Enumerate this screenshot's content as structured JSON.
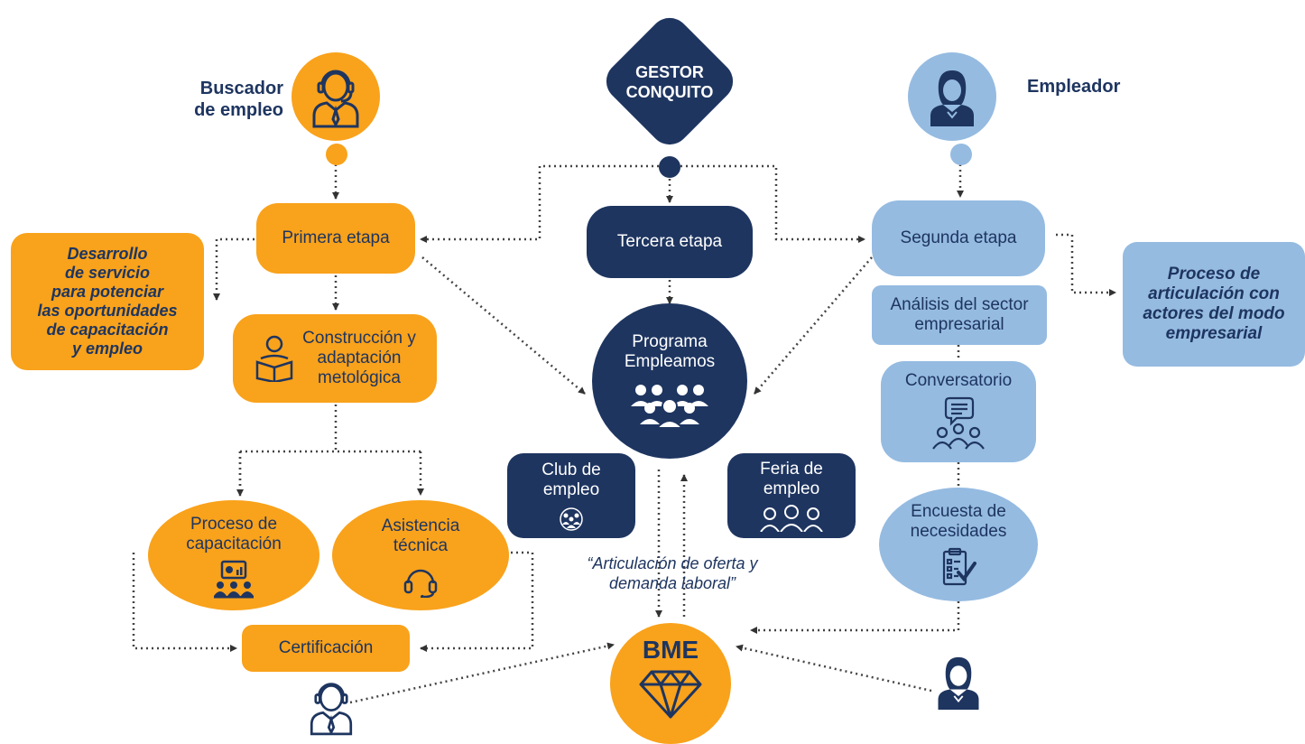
{
  "actors": {
    "buscador": "Buscador\nde empleo",
    "gestor": "GESTOR\nCONQUITO",
    "empleador": "Empleador"
  },
  "stages": {
    "primera": "Primera etapa",
    "segunda": "Segunda etapa",
    "tercera": "Tercera etapa"
  },
  "left_side": {
    "desarrollo": "Desarrollo\nde servicio\npara potenciar\nlas oportunidades\nde capacitación\ny empleo",
    "construccion": "Construcción y\nadaptación\nmetológica",
    "proceso_capacitacion": "Proceso de\ncapacitación",
    "asistencia": "Asistencia\ntécnica",
    "certificacion": "Certificación"
  },
  "center": {
    "programa": "Programa\nEmpleamos",
    "club": "Club de\nempleo",
    "feria": "Feria de\nempleo",
    "quote": "“Articulación de oferta y\ndemanda laboral”",
    "bme": "BME"
  },
  "right_side": {
    "analisis": "Análisis del sector\nempresarial",
    "conversatorio": "Conversatorio",
    "encuesta": "Encuesta de\nnecesidades",
    "proceso_articulacion": "Proceso de\narticulación con\nactores del modo\nempresarial"
  },
  "colors": {
    "orange": "#f9a21b",
    "navy": "#1e3560",
    "light_blue": "#95bbe1"
  }
}
